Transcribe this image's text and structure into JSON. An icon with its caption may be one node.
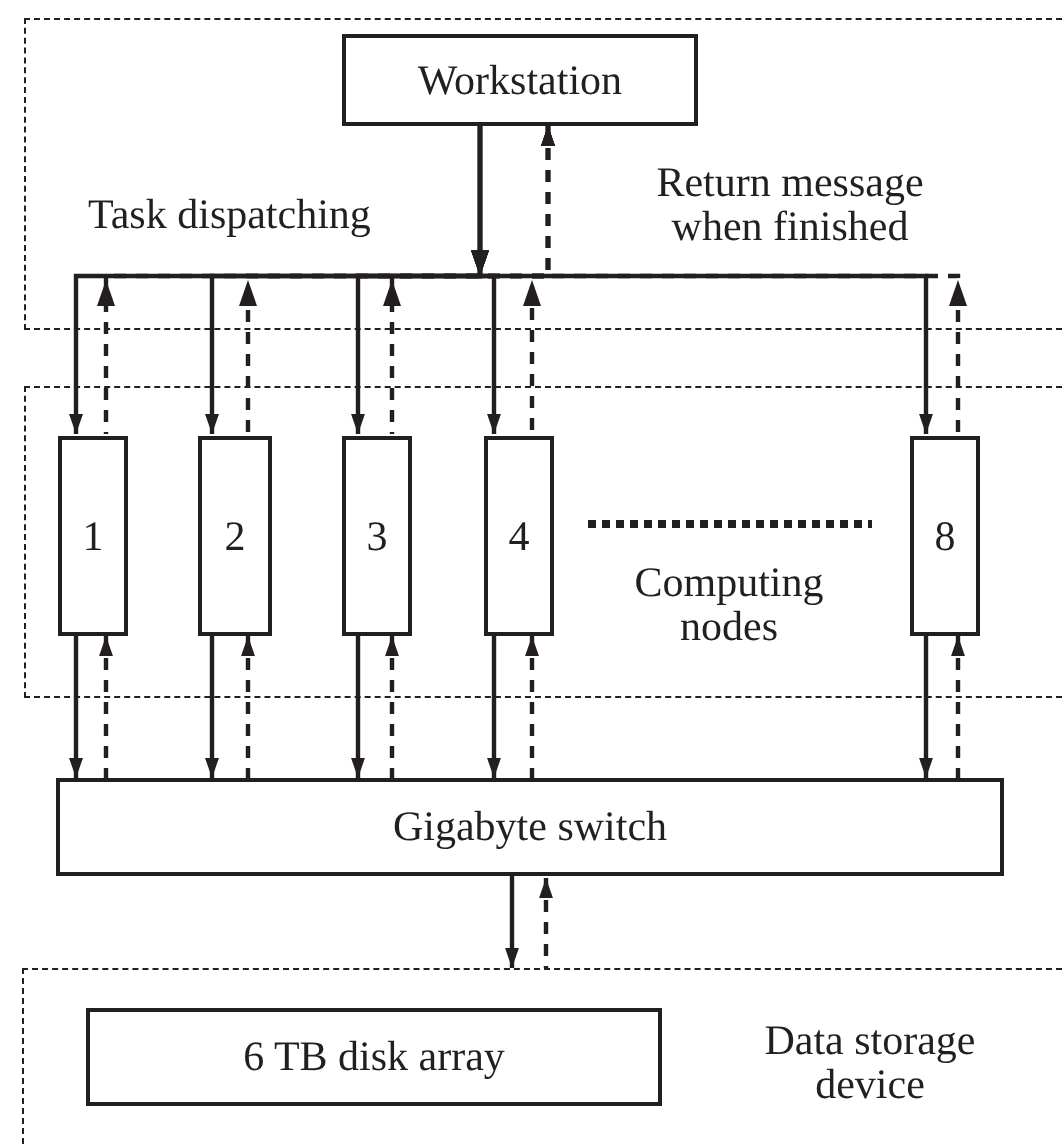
{
  "diagram": {
    "nodes": [
      {
        "text": [],
        "shape": "box"
      },
      {
        "text": [
          "Workstation"
        ],
        "in": 0
      },
      {
        "text": [
          "Computing nodes"
        ]
      },
      {
        "text": [
          "1"
        ],
        "in": 2
      },
      {
        "text": [
          "2"
        ],
        "in": 2
      },
      {
        "text": [
          "3"
        ],
        "in": 2
      },
      {
        "text": [
          "4"
        ],
        "in": 2
      },
      {
        "text": [
          "8"
        ],
        "in": 2
      },
      {
        "text": [
          "Gigabyte switch"
        ]
      },
      {
        "text": [
          "Data storage device"
        ]
      },
      {
        "text": [
          "6 TB disk array"
        ],
        "in": 9
      }
    ],
    "edges": [
      {
        "from": 1,
        "to": 3,
        "arrow": "to"
      },
      {
        "from": 1,
        "to": 4,
        "arrow": "to"
      },
      {
        "from": 1,
        "to": 5,
        "arrow": "to"
      },
      {
        "from": 1,
        "to": 6,
        "arrow": "to"
      },
      {
        "from": 1,
        "to": 7,
        "arrow": "to"
      },
      {
        "from": 3,
        "to": 1,
        "arrow": "to",
        "style": "dashed"
      },
      {
        "from": 4,
        "to": 1,
        "arrow": "to",
        "style": "dashed"
      },
      {
        "from": 5,
        "to": 1,
        "arrow": "to",
        "style": "dashed"
      },
      {
        "from": 6,
        "to": 1,
        "arrow": "to",
        "style": "dashed"
      },
      {
        "from": 7,
        "to": 1,
        "arrow": "to",
        "style": "dashed"
      },
      {
        "from": 3,
        "to": 8,
        "arrow": "to"
      },
      {
        "from": 4,
        "to": 8,
        "arrow": "to"
      },
      {
        "from": 5,
        "to": 8,
        "arrow": "to"
      },
      {
        "from": 6,
        "to": 8,
        "arrow": "to"
      },
      {
        "from": 7,
        "to": 8,
        "arrow": "to"
      },
      {
        "from": 8,
        "to": 3,
        "arrow": "to",
        "style": "dashed"
      },
      {
        "from": 8,
        "to": 4,
        "arrow": "to",
        "style": "dashed"
      },
      {
        "from": 8,
        "to": 5,
        "arrow": "to",
        "style": "dashed"
      },
      {
        "from": 8,
        "to": 6,
        "arrow": "to",
        "style": "dashed"
      },
      {
        "from": 8,
        "to": 7,
        "arrow": "to",
        "style": "dashed"
      },
      {
        "from": 8,
        "to": 9,
        "arrow": "to"
      },
      {
        "from": 9,
        "to": 8,
        "arrow": "to",
        "style": "dashed"
      }
    ],
    "labels": [
      "Task dispatching",
      "Return message when finished"
    ]
  }
}
